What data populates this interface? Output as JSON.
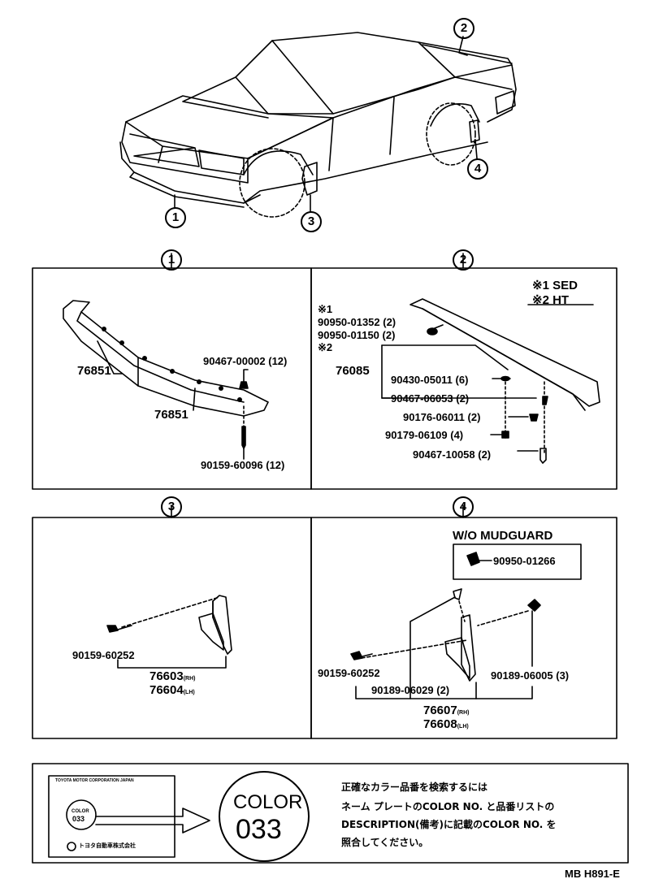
{
  "callouts": [
    "1",
    "2",
    "3",
    "4"
  ],
  "panel1": {
    "part_upper": "76851",
    "part_lower": "76851",
    "clip": "90467-00002 (12)",
    "screw": "90159-60096 (12)"
  },
  "panel2": {
    "legend1": "※1 SED",
    "legend2": "※2 HT",
    "mark1": "※1",
    "mark2": "※2",
    "cap1": "90950-01352 (2)",
    "cap2": "90950-01150 (2)",
    "spoiler": "76085",
    "nut1": "90430-05011 (6)",
    "clip1": "90467-06053 (2)",
    "nut2": "90176-06011 (2)",
    "nut3": "90179-06109 (4)",
    "clip2": "90467-10058 (2)"
  },
  "panel3": {
    "screw": "90159-60252",
    "rh_num": "76603",
    "rh_tag": "(RH)",
    "lh_num": "76604",
    "lh_tag": "(LH)"
  },
  "panel4": {
    "title": "W/O MUDGUARD",
    "plug": "90950-01266",
    "screw": "90159-60252",
    "clip_a": "90189-06029 (2)",
    "clip_b": "90189-06005 (3)",
    "rh_num": "76607",
    "rh_tag": "(RH)",
    "lh_num": "76608",
    "lh_tag": "(LH)"
  },
  "color_panel": {
    "plate_line": "TOYOTA MOTOR CORPORATION JAPAN",
    "plate_color": "COLOR",
    "plate_code": "033",
    "plate_maker": "トヨタ自動車株式会社",
    "badge_word": "COLOR",
    "badge_code": "033",
    "note1": "正確なカラー品番を検索するには",
    "note2": "ネーム プレートのCOLOR NO. と品番リストの",
    "note3": "DESCRIPTION(備考)に記載のCOLOR NO. を",
    "note4": "照合してください。"
  },
  "footer": {
    "code": "MB H891-E"
  }
}
